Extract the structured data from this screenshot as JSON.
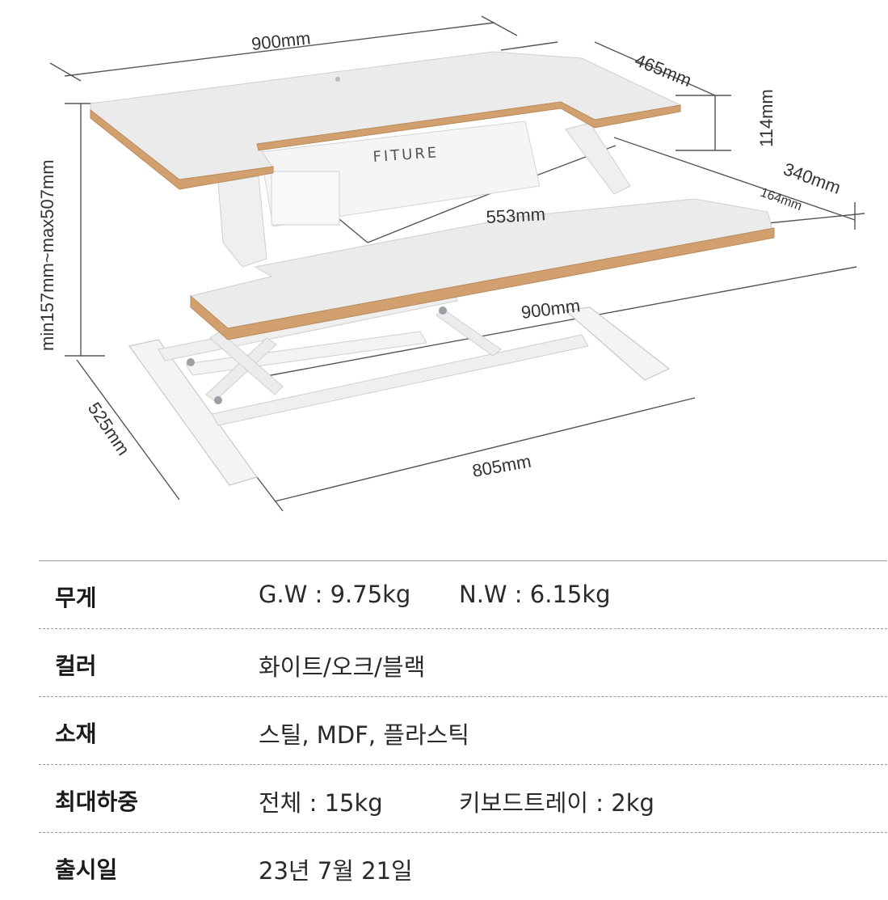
{
  "diagram": {
    "dimensions": {
      "top_width": "900mm",
      "top_depth": "465mm",
      "height_range": "min157mm~max507mm",
      "gap_height": "114mm",
      "tray_depth": "340mm",
      "tray_offset": "164mm",
      "inner_width": "553mm",
      "tray_width": "900mm",
      "base_depth": "525mm",
      "base_width": "805mm"
    },
    "logo": "FITURE"
  },
  "specs": [
    {
      "label": "무게",
      "value": "G.W : 9.75kg",
      "value2": "N.W : 6.15kg"
    },
    {
      "label": "컬러",
      "value": "화이트/오크/블랙",
      "value2": ""
    },
    {
      "label": "소재",
      "value": "스틸, MDF, 플라스틱",
      "value2": ""
    },
    {
      "label": "최대하중",
      "value": "전체 : 15kg",
      "value2": "키보드트레이 : 2kg"
    },
    {
      "label": "출시일",
      "value": "23년 7월 21일",
      "value2": ""
    }
  ],
  "colors": {
    "desk_top": "#ebebeb",
    "desk_edge": "#d2a06e",
    "frame": "#f2f2f2",
    "line": "#555555"
  }
}
